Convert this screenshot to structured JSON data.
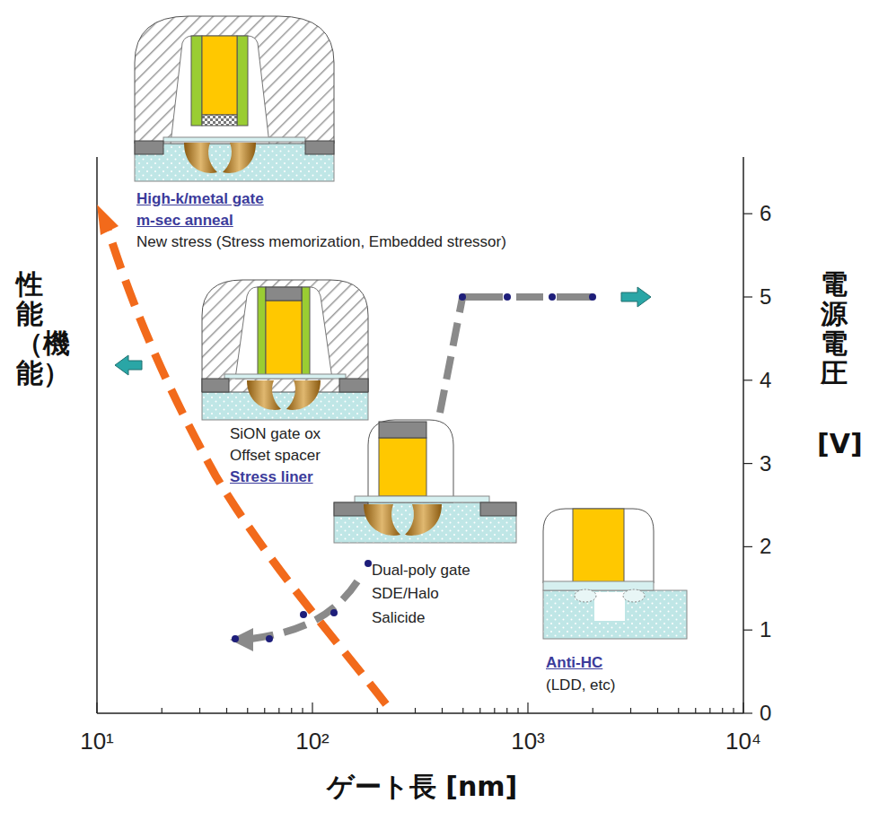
{
  "diagram": {
    "labels": [
      "High-k/metal gate",
      "m-sec anneal",
      "New stress (Stress  memorization, Embedded stressor)",
      "SiON gate ox",
      "Offset spacer",
      "Stress liner",
      "Dual-poly gate",
      "SDE/Halo",
      "Salicide",
      "Anti-HC",
      "(LDD, etc)",
      "性能（機能）",
      "電源電圧",
      "[V]",
      "ゲート長 [nm]",
      "10¹",
      "10²",
      "10³",
      "10⁴",
      "0",
      "1",
      "2",
      "3",
      "4",
      "5",
      "6"
    ]
  }
}
